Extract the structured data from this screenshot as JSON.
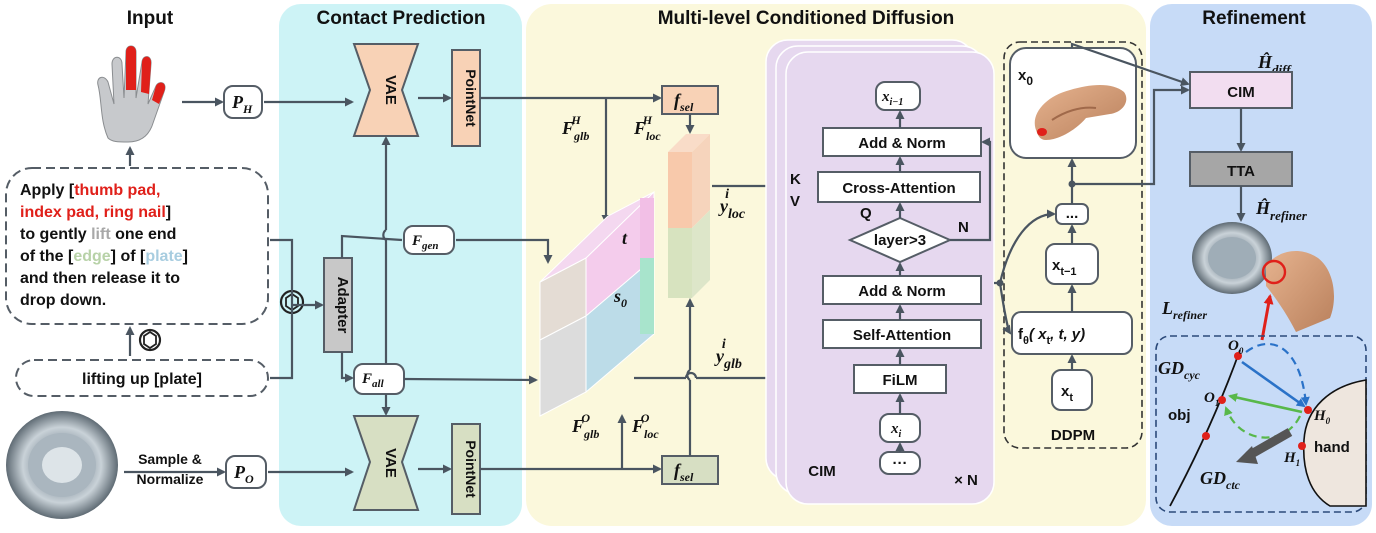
{
  "headings": {
    "input": "Input",
    "contact": "Contact Prediction",
    "diffusion": "Multi-level Conditioned Diffusion",
    "refinement": "Refinement"
  },
  "input": {
    "prompt_parts": [
      {
        "text": "Apply [",
        "color": "#111111"
      },
      {
        "text": "thumb pad,",
        "color": "#e0201a"
      },
      {
        "text": "index pad, ring nail",
        "color": "#e0201a"
      },
      {
        "text": "]",
        "color": "#111111"
      },
      {
        "text": "to gently ",
        "color": "#111111"
      },
      {
        "text": "lift",
        "color": "#a8a8a8"
      },
      {
        "text": " one end",
        "color": "#111111"
      },
      {
        "text": "of the [",
        "color": "#111111"
      },
      {
        "text": "edge",
        "color": "#b8d2a8"
      },
      {
        "text": "] of [",
        "color": "#111111"
      },
      {
        "text": "plate",
        "color": "#a8cde0"
      },
      {
        "text": "]",
        "color": "#111111"
      },
      {
        "text": "and then release it to",
        "color": "#111111"
      },
      {
        "text": "drop down.",
        "color": "#111111"
      }
    ],
    "short_prompt": "lifting up [plate]",
    "sample_label_1": "Sample &",
    "sample_label_2": "Normalize",
    "p_h": "P",
    "p_h_sub": "H",
    "p_o": "P",
    "p_o_sub": "O"
  },
  "contact": {
    "vae_label": "VAE",
    "pointnet_label": "PointNet",
    "adapter_label": "Adapter",
    "f_gen": "F",
    "f_gen_sub": "gen",
    "f_all": "F",
    "f_all_sub": "all"
  },
  "diffusion": {
    "f_sel": "f",
    "f_sel_sub": "sel",
    "f_glb_h": "F",
    "f_glb_h_sub": "glb",
    "f_glb_h_sup": "H",
    "f_loc_h": "F",
    "f_loc_h_sub": "loc",
    "f_loc_h_sup": "H",
    "f_glb_o": "F",
    "f_glb_o_sub": "glb",
    "f_glb_o_sup": "O",
    "f_loc_o": "F",
    "f_loc_o_sub": "loc",
    "f_loc_o_sup": "O",
    "t_label": "t",
    "s0_label": "s",
    "s0_sub": "0",
    "y_loc": "y",
    "y_loc_sub": "loc",
    "y_loc_sup": "i",
    "y_glb": "y",
    "y_glb_sub": "glb",
    "y_glb_sup": "i",
    "cim": {
      "x_prev": "x",
      "x_prev_sub": "i−1",
      "add_norm_top": "Add & Norm",
      "cross_attention": "Cross-Attention",
      "k_label": "K",
      "v_label": "V",
      "q_label": "Q",
      "condition": "layer>3",
      "n_label": "N",
      "add_norm_bottom": "Add & Norm",
      "self_attention": "Self-Attention",
      "film": "FiLM",
      "x_i": "x",
      "x_i_sub": "i",
      "ellipsis": "···",
      "cim_label": "CIM",
      "times_n": "× N"
    },
    "ddpm": {
      "x0": "x",
      "x0_sub": "0",
      "ellipsis": "...",
      "x_t_minus": "x",
      "x_t_minus_sub": "t−1",
      "f_theta": "f",
      "f_theta_sub": "θ",
      "f_theta_args": "( x",
      "f_theta_args_sub": "t",
      "f_theta_args_rest": ", t, y)",
      "x_t": "x",
      "x_t_sub": "t",
      "ddpm_label": "DDPM"
    }
  },
  "refinement": {
    "h_diff": "Ĥ",
    "h_diff_sub": "diff",
    "cim_label": "CIM",
    "tta_label": "TTA",
    "h_refiner": "Ĥ",
    "h_refiner_sub": "refiner",
    "l_refiner": "L",
    "l_refiner_sub": "refiner",
    "gd_cyc": "GD",
    "gd_cyc_sub": "cyc",
    "gd_ctc": "GD",
    "gd_ctc_sub": "ctc",
    "o0": "O",
    "o0_sub": "0",
    "o1": "O",
    "o1_sub": "1",
    "h0": "H",
    "h0_sub": "0",
    "h1": "H",
    "h1_sub": "1",
    "obj_label": "obj",
    "hand_label": "hand"
  },
  "colors": {
    "contact_bg": "#cdf3f6",
    "diffusion_bg": "#fbf8dc",
    "refinement_bg": "#c7dbf7",
    "cim_bg": "#e6d8ef",
    "vae_hand": "#f8d2b6",
    "vae_obj": "#d7dfc3",
    "pointnet_hand": "#f8d2b6",
    "pointnet_obj": "#d7dfc3",
    "adapter": "#c8c8c8",
    "tta": "#a6a6a6",
    "refine_cim": "#f2ddf0",
    "red_accent": "#e0201a",
    "green_accent": "#58b84a",
    "blue_accent": "#2a72c8"
  }
}
